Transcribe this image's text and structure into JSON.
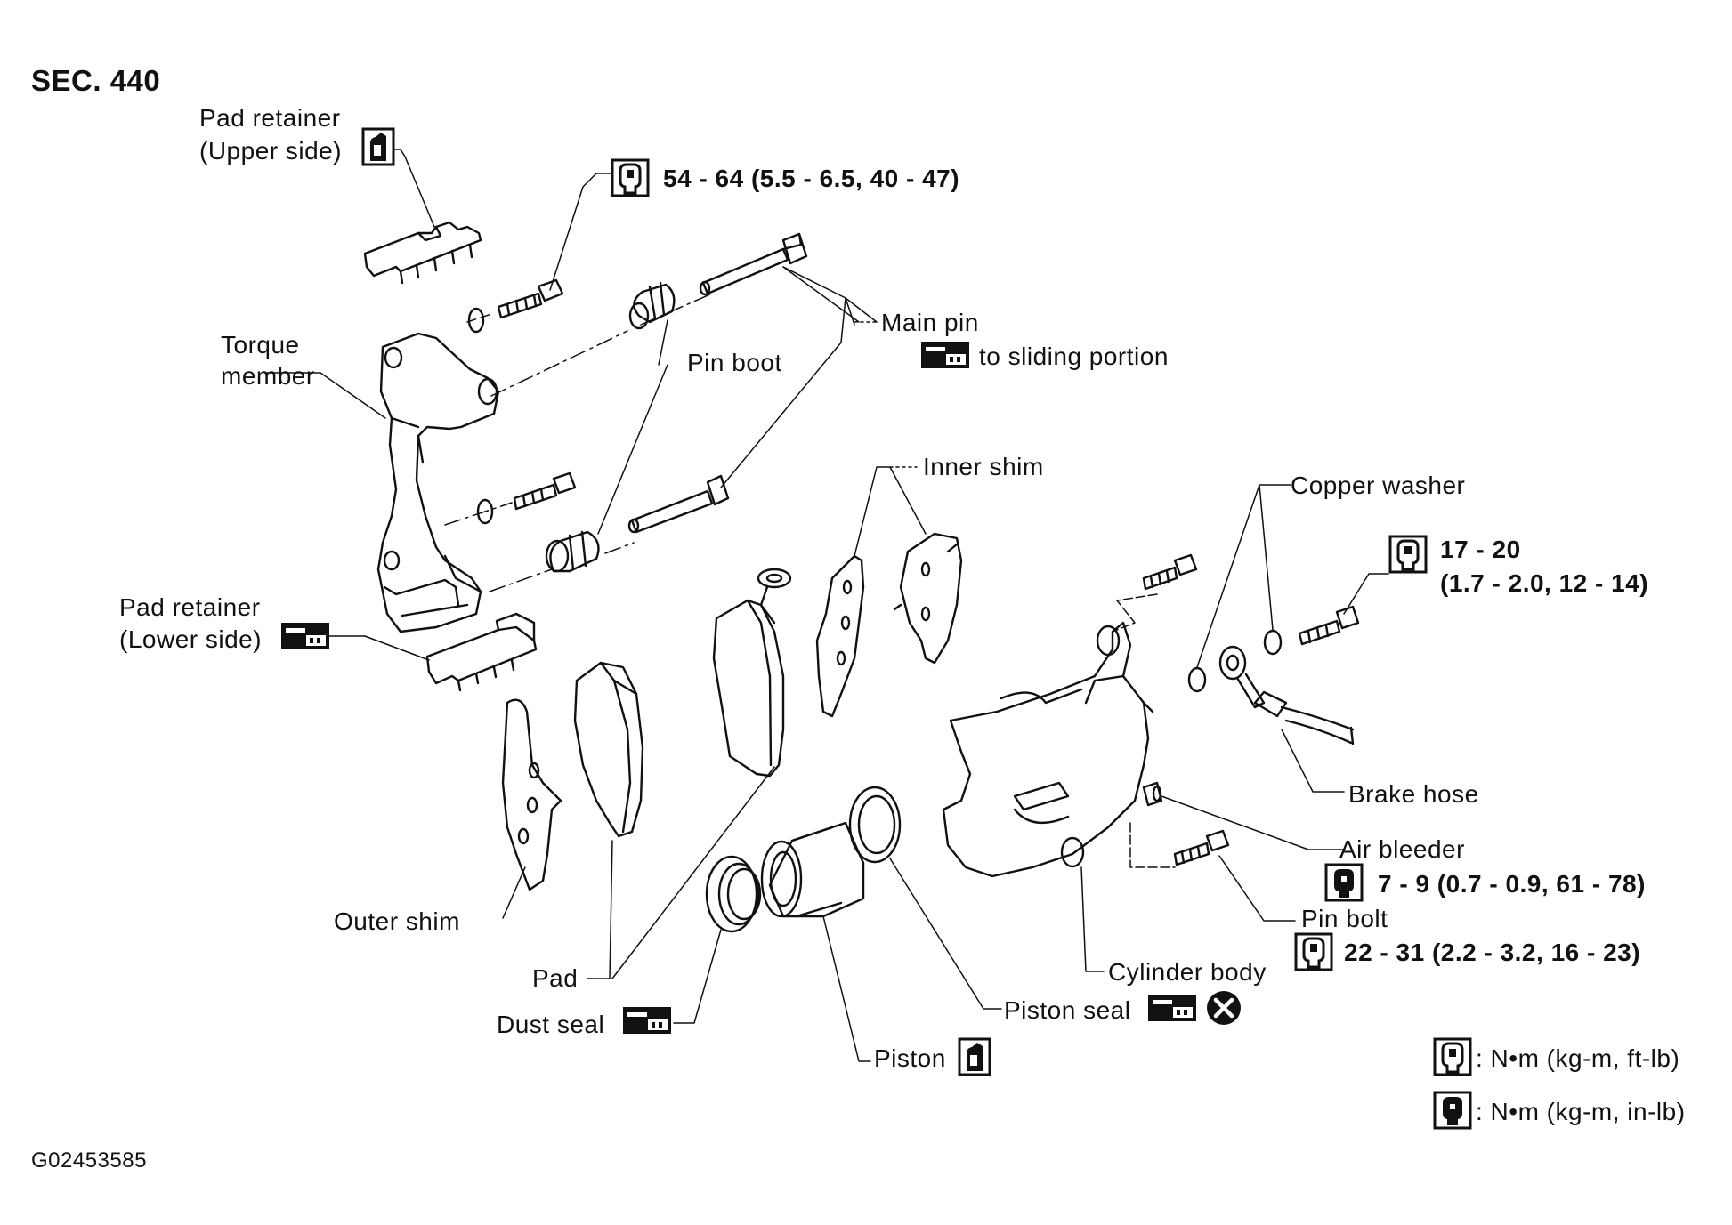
{
  "section": "SEC. 440",
  "figure_code": "G02453585",
  "labels": {
    "pad_retainer_upper": [
      "Pad retainer",
      "(Upper side)"
    ],
    "pad_retainer_lower": [
      "Pad retainer",
      "(Lower side)"
    ],
    "torque_member": [
      "Torque",
      "member"
    ],
    "pin_boot": "Pin boot",
    "main_pin": "Main pin",
    "main_pin_note": "to sliding portion",
    "inner_shim": "Inner shim",
    "copper_washer": "Copper washer",
    "brake_hose": "Brake hose",
    "air_bleeder": "Air bleeder",
    "pin_bolt": "Pin bolt",
    "cylinder_body": "Cylinder body",
    "piston_seal": "Piston seal",
    "piston": "Piston",
    "dust_seal": "Dust seal",
    "pad": "Pad",
    "outer_shim": "Outer shim"
  },
  "torques": {
    "torque_member_bolt": "54 - 64 (5.5 - 6.5, 40 - 47)",
    "hose_bolt_line1": "17 - 20",
    "hose_bolt_line2": "(1.7 - 2.0, 12 - 14)",
    "air_bleeder": "7 - 9 (0.7 - 0.9, 61 - 78)",
    "pin_bolt": "22 - 31 (2.2 - 3.2, 16 - 23)"
  },
  "legend": {
    "nm_ftlb": ": N•m (kg-m, ft-lb)",
    "nm_inlb": ": N•m (kg-m, in-lb)"
  },
  "icons": {
    "torque": "torque-wrench-icon",
    "torque_small": "torque-wrench-filled-icon",
    "grease": "grease-gun-icon",
    "brake_grease": "rubber-grease-icon",
    "replace": "do-not-reuse-icon"
  }
}
